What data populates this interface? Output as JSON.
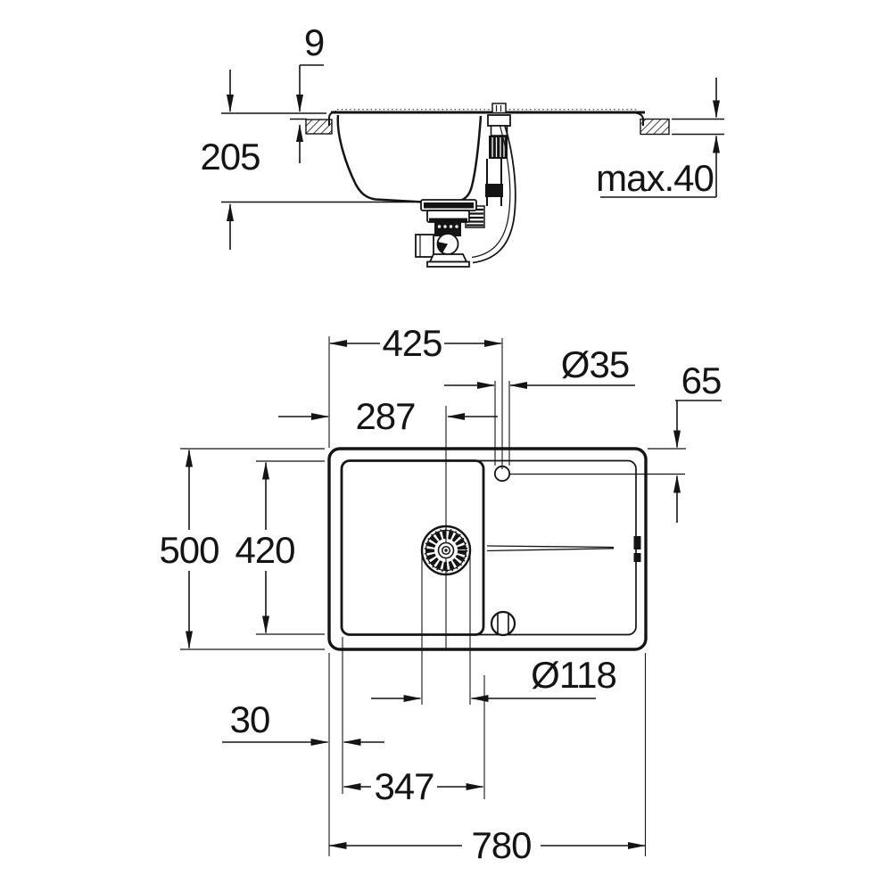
{
  "drawing_type": "sink installation dimension drawing",
  "colors": {
    "background": "#ffffff",
    "ink": "#141414"
  },
  "section_view": {
    "label": "side section view",
    "dims": {
      "rim_above_counter": "9",
      "bowl_depth": "205",
      "max_counter_thickness": "max.40"
    }
  },
  "plan_view": {
    "label": "top plan view",
    "dims": {
      "faucet_center_from_left": "425",
      "faucet_hole_diameter": "Ø35",
      "faucet_center_from_top_edge": "65",
      "drain_center_from_left": "287",
      "overall_depth": "500",
      "bowl_inner_depth": "420",
      "drain_diameter": "Ø118",
      "left_edge_to_bowl": "30",
      "bowl_inner_width": "347",
      "overall_width": "780"
    }
  }
}
